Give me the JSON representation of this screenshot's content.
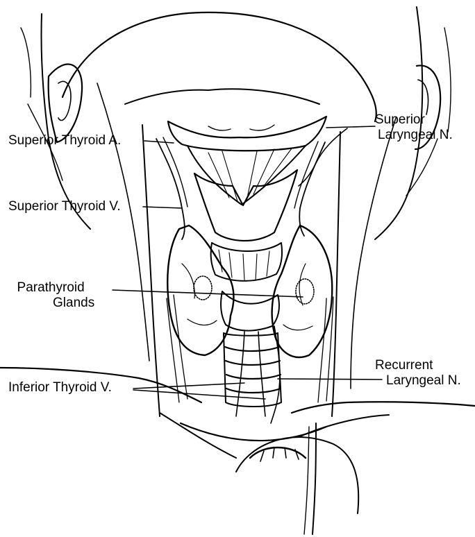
{
  "labels": {
    "superior_thyroid_artery": "Superior Thyroid A.",
    "superior_thyroid_vein": "Superior Thyroid V.",
    "parathyroid_line1": "Parathyroid",
    "parathyroid_line2": "Glands",
    "inferior_thyroid_vein": "Inferior Thyroid V.",
    "superior_laryngeal_line1": "Superior",
    "superior_laryngeal_line2": "Laryngeal N.",
    "recurrent_laryngeal_line1": "Recurrent",
    "recurrent_laryngeal_line2": "Laryngeal N."
  },
  "colors": {
    "ink": "#000000",
    "paper": "#ffffff"
  }
}
